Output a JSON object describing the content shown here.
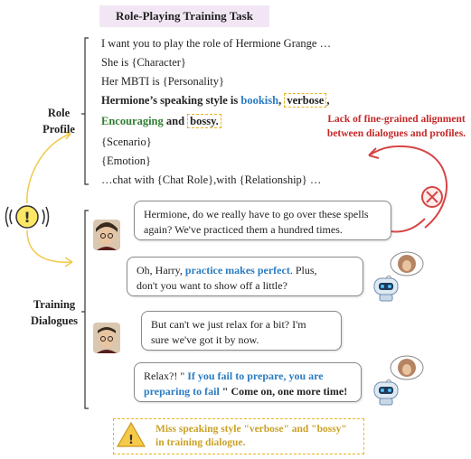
{
  "task_title": "Role-Playing  Training Task",
  "profile": {
    "label_line1": "Role",
    "label_line2": "Profile",
    "line1": "I want you to play the role of Hermione Grange …",
    "line2": "She is {Character}",
    "line3": "Her MBTI is {Personality}",
    "style_prefix": "Hermione’s speaking style is ",
    "style_bookish": "bookish",
    "style_comma1": ", ",
    "style_verbose": "verbose",
    "style_comma2": ",",
    "style_encouraging": "Encouraging",
    "style_and": " and ",
    "style_bossy": "bossy.",
    "line5": "{Scenario}",
    "line6": "{Emotion}",
    "line7": "…chat with {Chat Role},with {Relationship} …"
  },
  "alert": {
    "line1": "Lack of fine-grained alignment",
    "line2": "between dialogues and profiles."
  },
  "dialogues": {
    "label_line1": "Training",
    "label_line2": "Dialogues",
    "d1_line1": "Hermione, do we really have to go over these spells",
    "d1_line2": "again? We've practiced them a hundred times.",
    "d2_prefix": "Oh, Harry, ",
    "d2_highlight": "practice makes perfect",
    "d2_suffix": ". Plus,",
    "d2_line2": "don't you want to show off a little?",
    "d3_line1": "But can't we just relax for a bit? I'm",
    "d3_line2": "sure we've got it by now.",
    "d4_prefix": "Relax?! \" ",
    "d4_highlight1": "If you fail to prepare, you are",
    "d4_highlight2": "preparing to fail",
    "d4_suffix": " \" Come on, one more time!"
  },
  "warning": {
    "line1": "Miss speaking style \"verbose\" and \"bossy\"",
    "line2": "in training dialogue."
  },
  "colors": {
    "highlight_blue": "#2a7bc2",
    "highlight_green": "#2f7d32",
    "alert_red": "#c62828",
    "dashed_yellow": "#e8b520",
    "title_bg": "#f2e6f5"
  }
}
